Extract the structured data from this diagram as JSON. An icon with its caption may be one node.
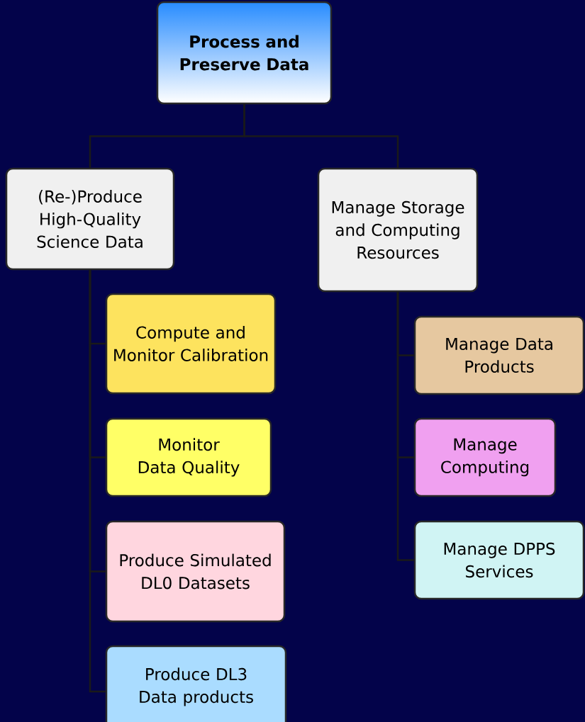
{
  "diagram": {
    "nodes": [
      {
        "text": [
          "Process and Preserve Data"
        ]
      },
      {
        "text": [
          "(Re-)Produce High-Quality Science Data"
        ]
      },
      {
        "text": [
          "Manage Storage and Computing Resources"
        ]
      },
      {
        "text": [
          "Compute and Monitor Calibration"
        ]
      },
      {
        "text": [
          "Monitor Data Quality"
        ]
      },
      {
        "text": [
          "Produce Simulated DL0 Datasets"
        ]
      },
      {
        "text": [
          "Produce DL3 Data products"
        ]
      },
      {
        "text": [
          "Manage Data Products"
        ]
      },
      {
        "text": [
          "Manage Computing"
        ]
      },
      {
        "text": [
          "Manage DPPS Services"
        ]
      }
    ],
    "edges": [
      {
        "from": 0,
        "to": 1,
        "arrow": "none"
      },
      {
        "from": 0,
        "to": 2,
        "arrow": "none"
      },
      {
        "from": 1,
        "to": 3,
        "arrow": "none"
      },
      {
        "from": 1,
        "to": 4,
        "arrow": "none"
      },
      {
        "from": 1,
        "to": 5,
        "arrow": "none"
      },
      {
        "from": 1,
        "to": 6,
        "arrow": "none"
      },
      {
        "from": 2,
        "to": 7,
        "arrow": "none"
      },
      {
        "from": 2,
        "to": 8,
        "arrow": "none"
      },
      {
        "from": 2,
        "to": 9,
        "arrow": "none"
      }
    ]
  }
}
